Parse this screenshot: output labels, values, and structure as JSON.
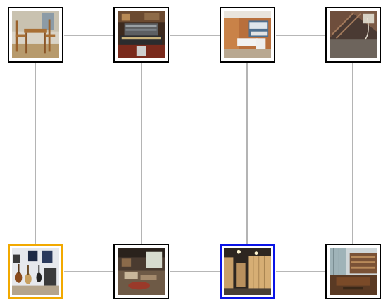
{
  "nodes": [
    {
      "id": "r1c1",
      "scene": "dining-room-table-photo",
      "highlight": "none"
    },
    {
      "id": "r1c2",
      "scene": "recording-studio-console-photo",
      "highlight": "none"
    },
    {
      "id": "r1c3",
      "scene": "modern-lobby-photo",
      "highlight": "none"
    },
    {
      "id": "r1c4",
      "scene": "attic-room-photo",
      "highlight": "none"
    },
    {
      "id": "r2c1",
      "scene": "music-room-guitars-photo",
      "highlight": "orange"
    },
    {
      "id": "r2c2",
      "scene": "living-room-photo",
      "highlight": "none"
    },
    {
      "id": "r2c3",
      "scene": "locker-room-photo",
      "highlight": "blue"
    },
    {
      "id": "r2c4",
      "scene": "library-reading-room-photo",
      "highlight": "none"
    }
  ],
  "colors": {
    "edge": "#8c8c8c",
    "node_border": "#000000",
    "highlight_orange": "#f2a900",
    "highlight_blue": "#0a14e6"
  }
}
